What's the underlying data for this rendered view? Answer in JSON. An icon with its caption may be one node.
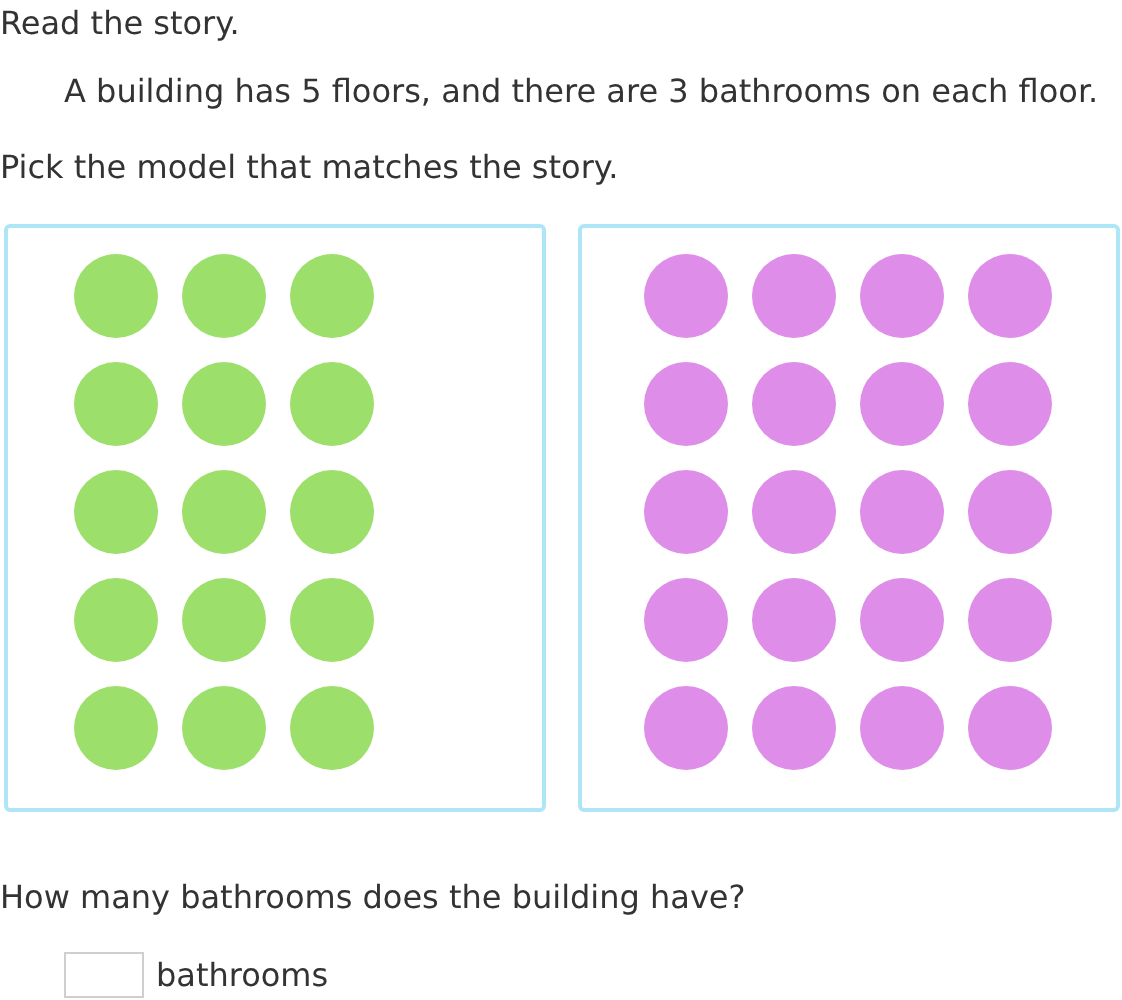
{
  "diagram": {
    "nodes": [
      {
        "text": [],
        "shape": "box"
      },
      {
        "text": [],
        "shape": "circle",
        "in": 0
      },
      {
        "text": [],
        "shape": "circle",
        "in": 0
      },
      {
        "text": [],
        "shape": "circle",
        "in": 0
      },
      {
        "text": [],
        "shape": "circle",
        "in": 0
      },
      {
        "text": [],
        "shape": "circle",
        "in": 0
      },
      {
        "text": [],
        "shape": "circle",
        "in": 0
      },
      {
        "text": [],
        "shape": "circle",
        "in": 0
      },
      {
        "text": [],
        "shape": "circle",
        "in": 0
      },
      {
        "text": [],
        "shape": "circle",
        "in": 0
      },
      {
        "text": [],
        "shape": "circle",
        "in": 0
      },
      {
        "text": [],
        "shape": "circle",
        "in": 0
      },
      {
        "text": [],
        "shape": "circle",
        "in": 0
      },
      {
        "text": [],
        "shape": "circle",
        "in": 0
      },
      {
        "text": [],
        "shape": "circle",
        "in": 0
      },
      {
        "text": [],
        "shape": "circle",
        "in": 0
      },
      {
        "text": [],
        "shape": "box"
      },
      {
        "text": [],
        "shape": "circle",
        "in": 16
      },
      {
        "text": [],
        "shape": "circle",
        "in": 16
      },
      {
        "text": [],
        "shape": "circle",
        "in": 16
      },
      {
        "text": [],
        "shape": "circle",
        "in": 16
      },
      {
        "text": [],
        "shape": "circle",
        "in": 16
      },
      {
        "text": [],
        "shape": "circle",
        "in": 16
      },
      {
        "text": [],
        "shape": "circle",
        "in": 16
      },
      {
        "text": [],
        "shape": "circle",
        "in": 16
      },
      {
        "text": [],
        "shape": "circle",
        "in": 16
      },
      {
        "text": [],
        "shape": "circle",
        "in": 16
      },
      {
        "text": [],
        "shape": "circle",
        "in": 16
      },
      {
        "text": [],
        "shape": "circle",
        "in": 16
      },
      {
        "text": [],
        "shape": "circle",
        "in": 16
      },
      {
        "text": [],
        "shape": "circle",
        "in": 16
      },
      {
        "text": [],
        "shape": "circle",
        "in": 16
      },
      {
        "text": [],
        "shape": "circle",
        "in": 16
      },
      {
        "text": [],
        "shape": "circle",
        "in": 16
      },
      {
        "text": [],
        "shape": "circle",
        "in": 16
      },
      {
        "text": [],
        "shape": "circle",
        "in": 16
      },
      {
        "text": [],
        "shape": "circle",
        "in": 16
      }
    ],
    "labels": [
      "Read the story.",
      "A building has 5 floors, and there are 3 bathrooms on each floor.",
      "Pick the model that matches the story.",
      "How many bathrooms does the building have?",
      "bathrooms"
    ]
  }
}
